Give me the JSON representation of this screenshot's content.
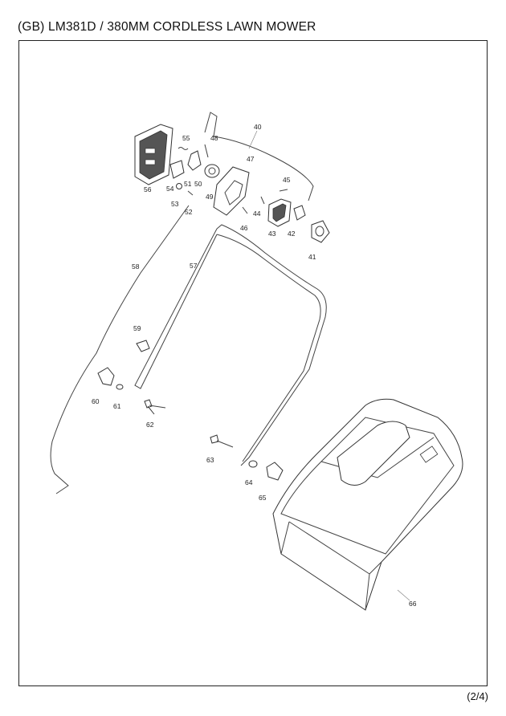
{
  "title": "(GB) LM381D / 380MM CORDLESS LAWN MOWER",
  "page_number": "(2/4)",
  "parts": {
    "p40": "40",
    "p41": "41",
    "p42": "42",
    "p43": "43",
    "p44": "44",
    "p45": "45",
    "p46": "46",
    "p47": "47",
    "p48": "48",
    "p49": "49",
    "p50": "50",
    "p51": "51",
    "p52": "52",
    "p53": "53",
    "p54": "54",
    "p55": "55",
    "p56": "56",
    "p57": "57",
    "p58": "58",
    "p59": "59",
    "p60": "60",
    "p61": "61",
    "p62": "62",
    "p63": "63",
    "p64": "64",
    "p65": "65",
    "p66": "66"
  }
}
